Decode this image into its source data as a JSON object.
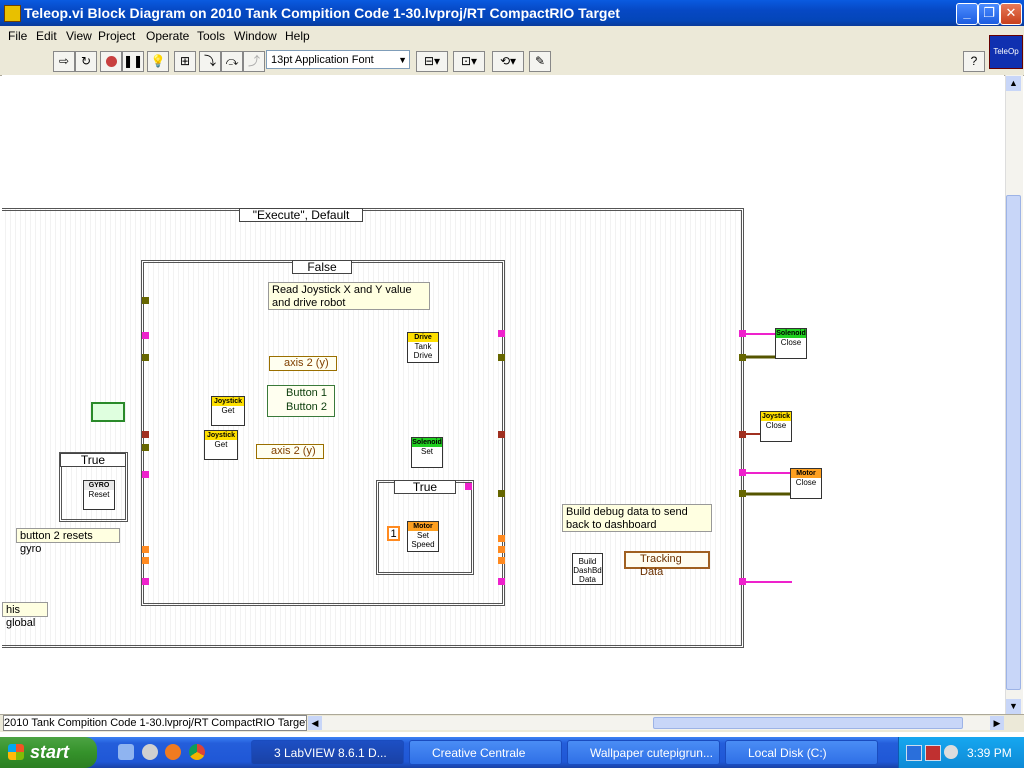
{
  "window": {
    "title": "Teleop.vi Block Diagram on 2010 Tank Compition Code 1-30.lvproj/RT CompactRIO Target",
    "min_label": "_",
    "max_label": "❐",
    "close_label": "✕"
  },
  "menu": [
    "File",
    "Edit",
    "View",
    "Project",
    "Operate",
    "Tools",
    "Window",
    "Help"
  ],
  "toolbar": {
    "font": "13pt Application Font",
    "help_label": "?",
    "vi_icon_label": "TeleOp"
  },
  "diagram": {
    "outer_case_selector": "\"Execute\", Default",
    "inner_case_selector": "False",
    "small_case_selector": "True",
    "gyro_case_selector": "True",
    "comment_read": "Read Joystick X and Y value and drive robot",
    "comment_debug": "Build debug data to send back to dashboard",
    "comment_gyro": "button 2 resets gyro",
    "comment_global": "his global",
    "axis_unbundle_1": "axis 2 (y)",
    "axis_unbundle_2": "axis 2 (y)",
    "button_1": "Button 1",
    "button_2": "Button 2",
    "constant_1": "1",
    "global_tracking": "Tracking Data",
    "vis": {
      "drive": {
        "head": "Drive",
        "body": "Tank Drive"
      },
      "joystick_get_1": {
        "head": "Joystick",
        "body": "Get"
      },
      "joystick_get_2": {
        "head": "Joystick",
        "body": "Get"
      },
      "solenoid_set": {
        "head": "Solenoid",
        "body": "Set"
      },
      "motor_set_speed": {
        "head": "Motor",
        "body": "Set Speed"
      },
      "gyro_reset": {
        "head": "GYRO",
        "body": "Reset"
      },
      "build_dashbd": {
        "head": "",
        "body": "Build DashBd Data"
      },
      "solenoid_close": {
        "head": "Solenoid",
        "body": "Close"
      },
      "joystick_close": {
        "head": "Joystick",
        "body": "Close"
      },
      "motor_close": {
        "head": "Motor",
        "body": "Close"
      }
    }
  },
  "status": {
    "path": "2010 Tank Compition Code 1-30.lvproj/RT CompactRIO Target"
  },
  "taskbar": {
    "start": "start",
    "items": [
      "3 LabVIEW 8.6.1 D...",
      "Creative Centrale",
      "Wallpaper cutepigrun...",
      "Local Disk (C:)"
    ],
    "clock": "3:39 PM"
  }
}
